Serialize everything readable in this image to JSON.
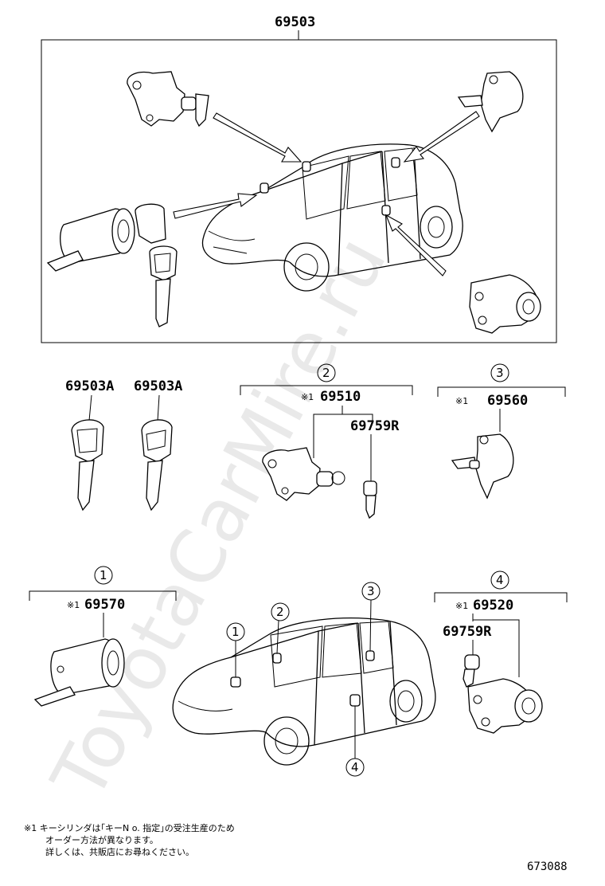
{
  "watermark": "ToyotaCarMire.ru",
  "assembly": {
    "part_number": "69503"
  },
  "keys": {
    "left_label": "69503A",
    "right_label": "69503A"
  },
  "groups": [
    {
      "callout": "2",
      "prefix": "※1",
      "part_number": "69510",
      "sub_part": "69759R"
    },
    {
      "callout": "3",
      "prefix": "※1",
      "part_number": "69560"
    },
    {
      "callout": "1",
      "prefix": "※1",
      "part_number": "69570"
    },
    {
      "callout": "4",
      "prefix": "※1",
      "part_number": "69520",
      "sub_part": "69759R"
    }
  ],
  "car_callouts": [
    "1",
    "2",
    "3",
    "4"
  ],
  "footnote": {
    "line1": "※1  キーシリンダは｢キーN o. 指定｣の受注生産のため",
    "line2": "オーダー方法が異なります。",
    "line3": "詳しくは、共販店にお尋ねください。"
  },
  "reference": "673088"
}
